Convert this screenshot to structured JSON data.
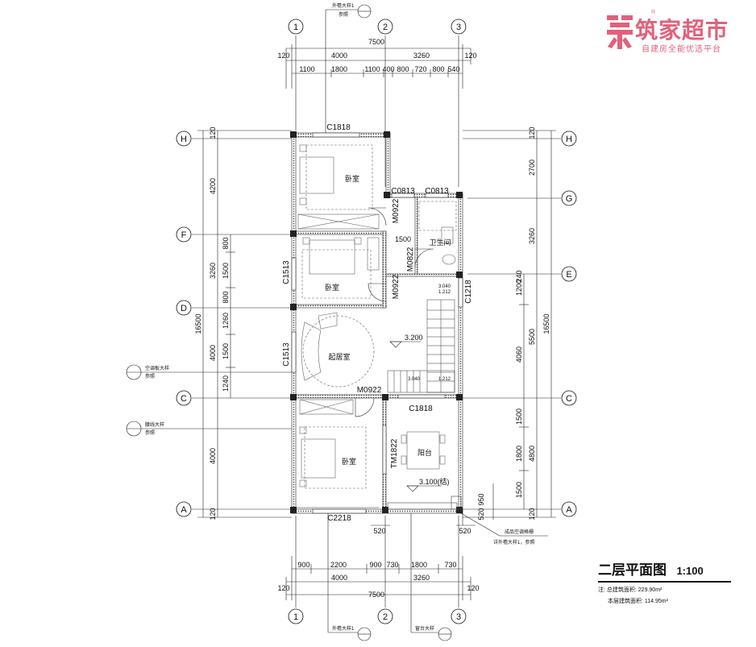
{
  "title": {
    "main": "二层平面图",
    "scale": "1:100"
  },
  "notes": {
    "line1": "注: 总建筑面积: 229.90m²",
    "line2": "本层建筑面积: 114.95m²"
  },
  "brand": {
    "name": "筑家超市",
    "tagline": "自建房全能优选平台",
    "reg": "®"
  },
  "axes": {
    "n1": "1",
    "n2": "2",
    "n3": "3",
    "A": "A",
    "C": "C",
    "D": "D",
    "E": "E",
    "F": "F",
    "G": "G",
    "H": "H"
  },
  "dims": {
    "top_total": "7500",
    "top_a": "4000",
    "top_b": "3260",
    "top_c1": "120",
    "top_c2": "120",
    "top_d1": "1100",
    "top_d2": "1800",
    "top_d3": "1100",
    "top_d4": "400",
    "top_d5": "800",
    "top_d6": "720",
    "top_d7": "800",
    "top_d8": "540",
    "bot_total": "7500",
    "bot_a": "4000",
    "bot_b": "3260",
    "bot_c1": "120",
    "bot_c2": "120",
    "bot_d1": "900",
    "bot_d2": "2200",
    "bot_d3": "900",
    "bot_d4": "730",
    "bot_d5": "1800",
    "bot_d6": "730",
    "left_total": "16500",
    "left_120t": "120",
    "left_4200": "4200",
    "left_3260": "3260",
    "left_4000a": "4000",
    "left_4000b": "4000",
    "left_120b": "120",
    "left_800a": "800",
    "left_1500a": "1500",
    "left_800b": "800",
    "left_1260": "1260",
    "left_1500b": "1500",
    "left_1240": "1240",
    "right_total": "16500",
    "right_120t": "120",
    "right_2700": "2700",
    "right_3260": "3260",
    "right_5500": "5500",
    "right_4800": "4800",
    "right_120b": "120",
    "right_1200": "1200",
    "right_240": "240",
    "right_4060": "4060",
    "right_1500a": "1500",
    "right_1800": "1800",
    "right_1500b": "1500",
    "right_950": "950",
    "right_520": "520",
    "bot_520a": "520",
    "bot_520b": "520",
    "mid_1500": "1500"
  },
  "rooms": {
    "bedroom1": "卧室",
    "bedroom2": "卧室",
    "bedroom3": "卧室",
    "living": "起居室",
    "bath": "卫生间",
    "balcony": "阳台"
  },
  "openings": {
    "c1818_top": "C1818",
    "c0813_a": "C0813",
    "c0813_b": "C0813",
    "m0922_a": "M0922",
    "m0822": "M0822",
    "m0922_b": "M0922",
    "m0922_c": "M0922",
    "c1513_a": "C1513",
    "c1513_b": "C1513",
    "c1218": "C1218",
    "c1818_mid": "C1818",
    "tm1822": "TM1822",
    "c2218": "C2218"
  },
  "levels": {
    "floor": "3.200",
    "balcony": "3.100(结)",
    "stair_a": "3.040",
    "stair_b": "1.212",
    "stair_c": "3.040",
    "stair_d": "1.212"
  },
  "callouts": {
    "top_ref": "外檐大样1",
    "top_ref_sub": "参照",
    "left_a": "空调板大样",
    "left_a_sub": "参照",
    "left_b": "腰线大样",
    "left_b_sub": "参照",
    "bot_ref1": "外檐大样1",
    "bot_ref2": "窗台大样",
    "right_ref": "成品空调格栅",
    "right_ref_sub": "详外檐大样1，参照"
  },
  "colors": {
    "brand": "#e2617a",
    "line": "#111111",
    "wall": "#555555"
  }
}
